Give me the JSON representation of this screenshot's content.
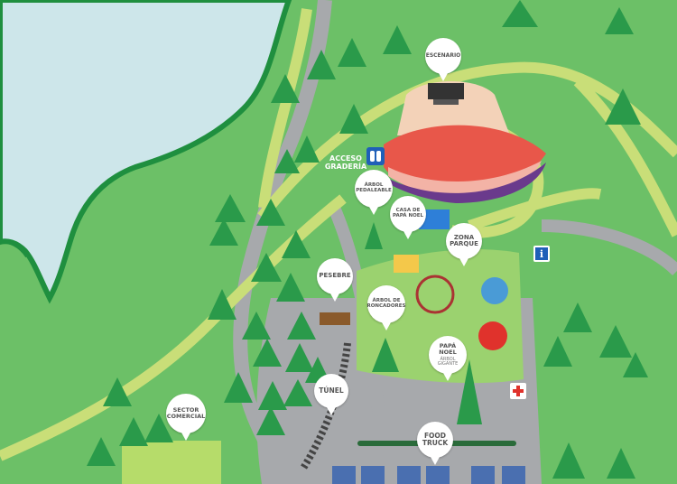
{
  "map": {
    "labels": {
      "escenario": "ESCENARIO",
      "acceso_graderia": "ACCESO\nGRADERÍA",
      "arbol_pedaleable": "ÁRBOL\nPEDALEABLE",
      "casa_papa_noel": "CASA DE\nPAPÁ NOEL",
      "zona_parque": "ZONA\nPARQUE",
      "pesebre": "PESEBRE",
      "arbol_roncadores": "ÁRBOL DE\nRONCADORES",
      "papa_noel": "PAPÁ NOEL",
      "arbol_gigante": "ÁRBOL GIGANTE",
      "tunel": "TÚNEL",
      "sector_comercial": "SECTOR\nCOMERCIAL",
      "food_truck": "FOOD\nTRUCK"
    },
    "icons": [
      "restroom-icon",
      "info-icon",
      "first-aid-icon"
    ],
    "colors": {
      "grass": "#6cc067",
      "lake": "#cde6ea",
      "path": "#c9de78",
      "road": "#a7a9ac",
      "tree": "#2a9a4a",
      "stage_red": "#e8574a",
      "stage_purple": "#6a3a8c"
    }
  }
}
